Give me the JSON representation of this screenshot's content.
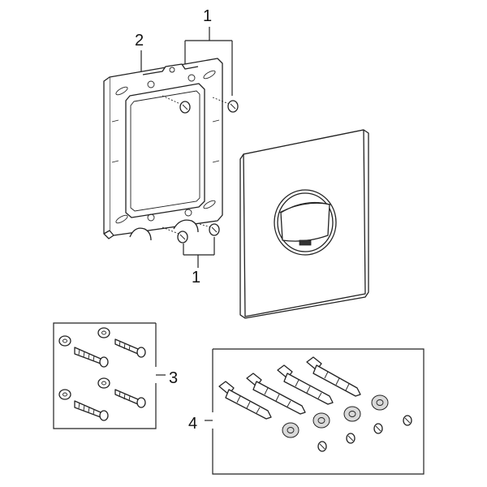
{
  "callouts": {
    "c1_top": "1",
    "c2": "2",
    "c1_bottom": "1",
    "c3": "3",
    "c4": "4"
  },
  "colors": {
    "line": "#222222",
    "plate_button": "#dcdcdc",
    "background": "#ffffff"
  }
}
